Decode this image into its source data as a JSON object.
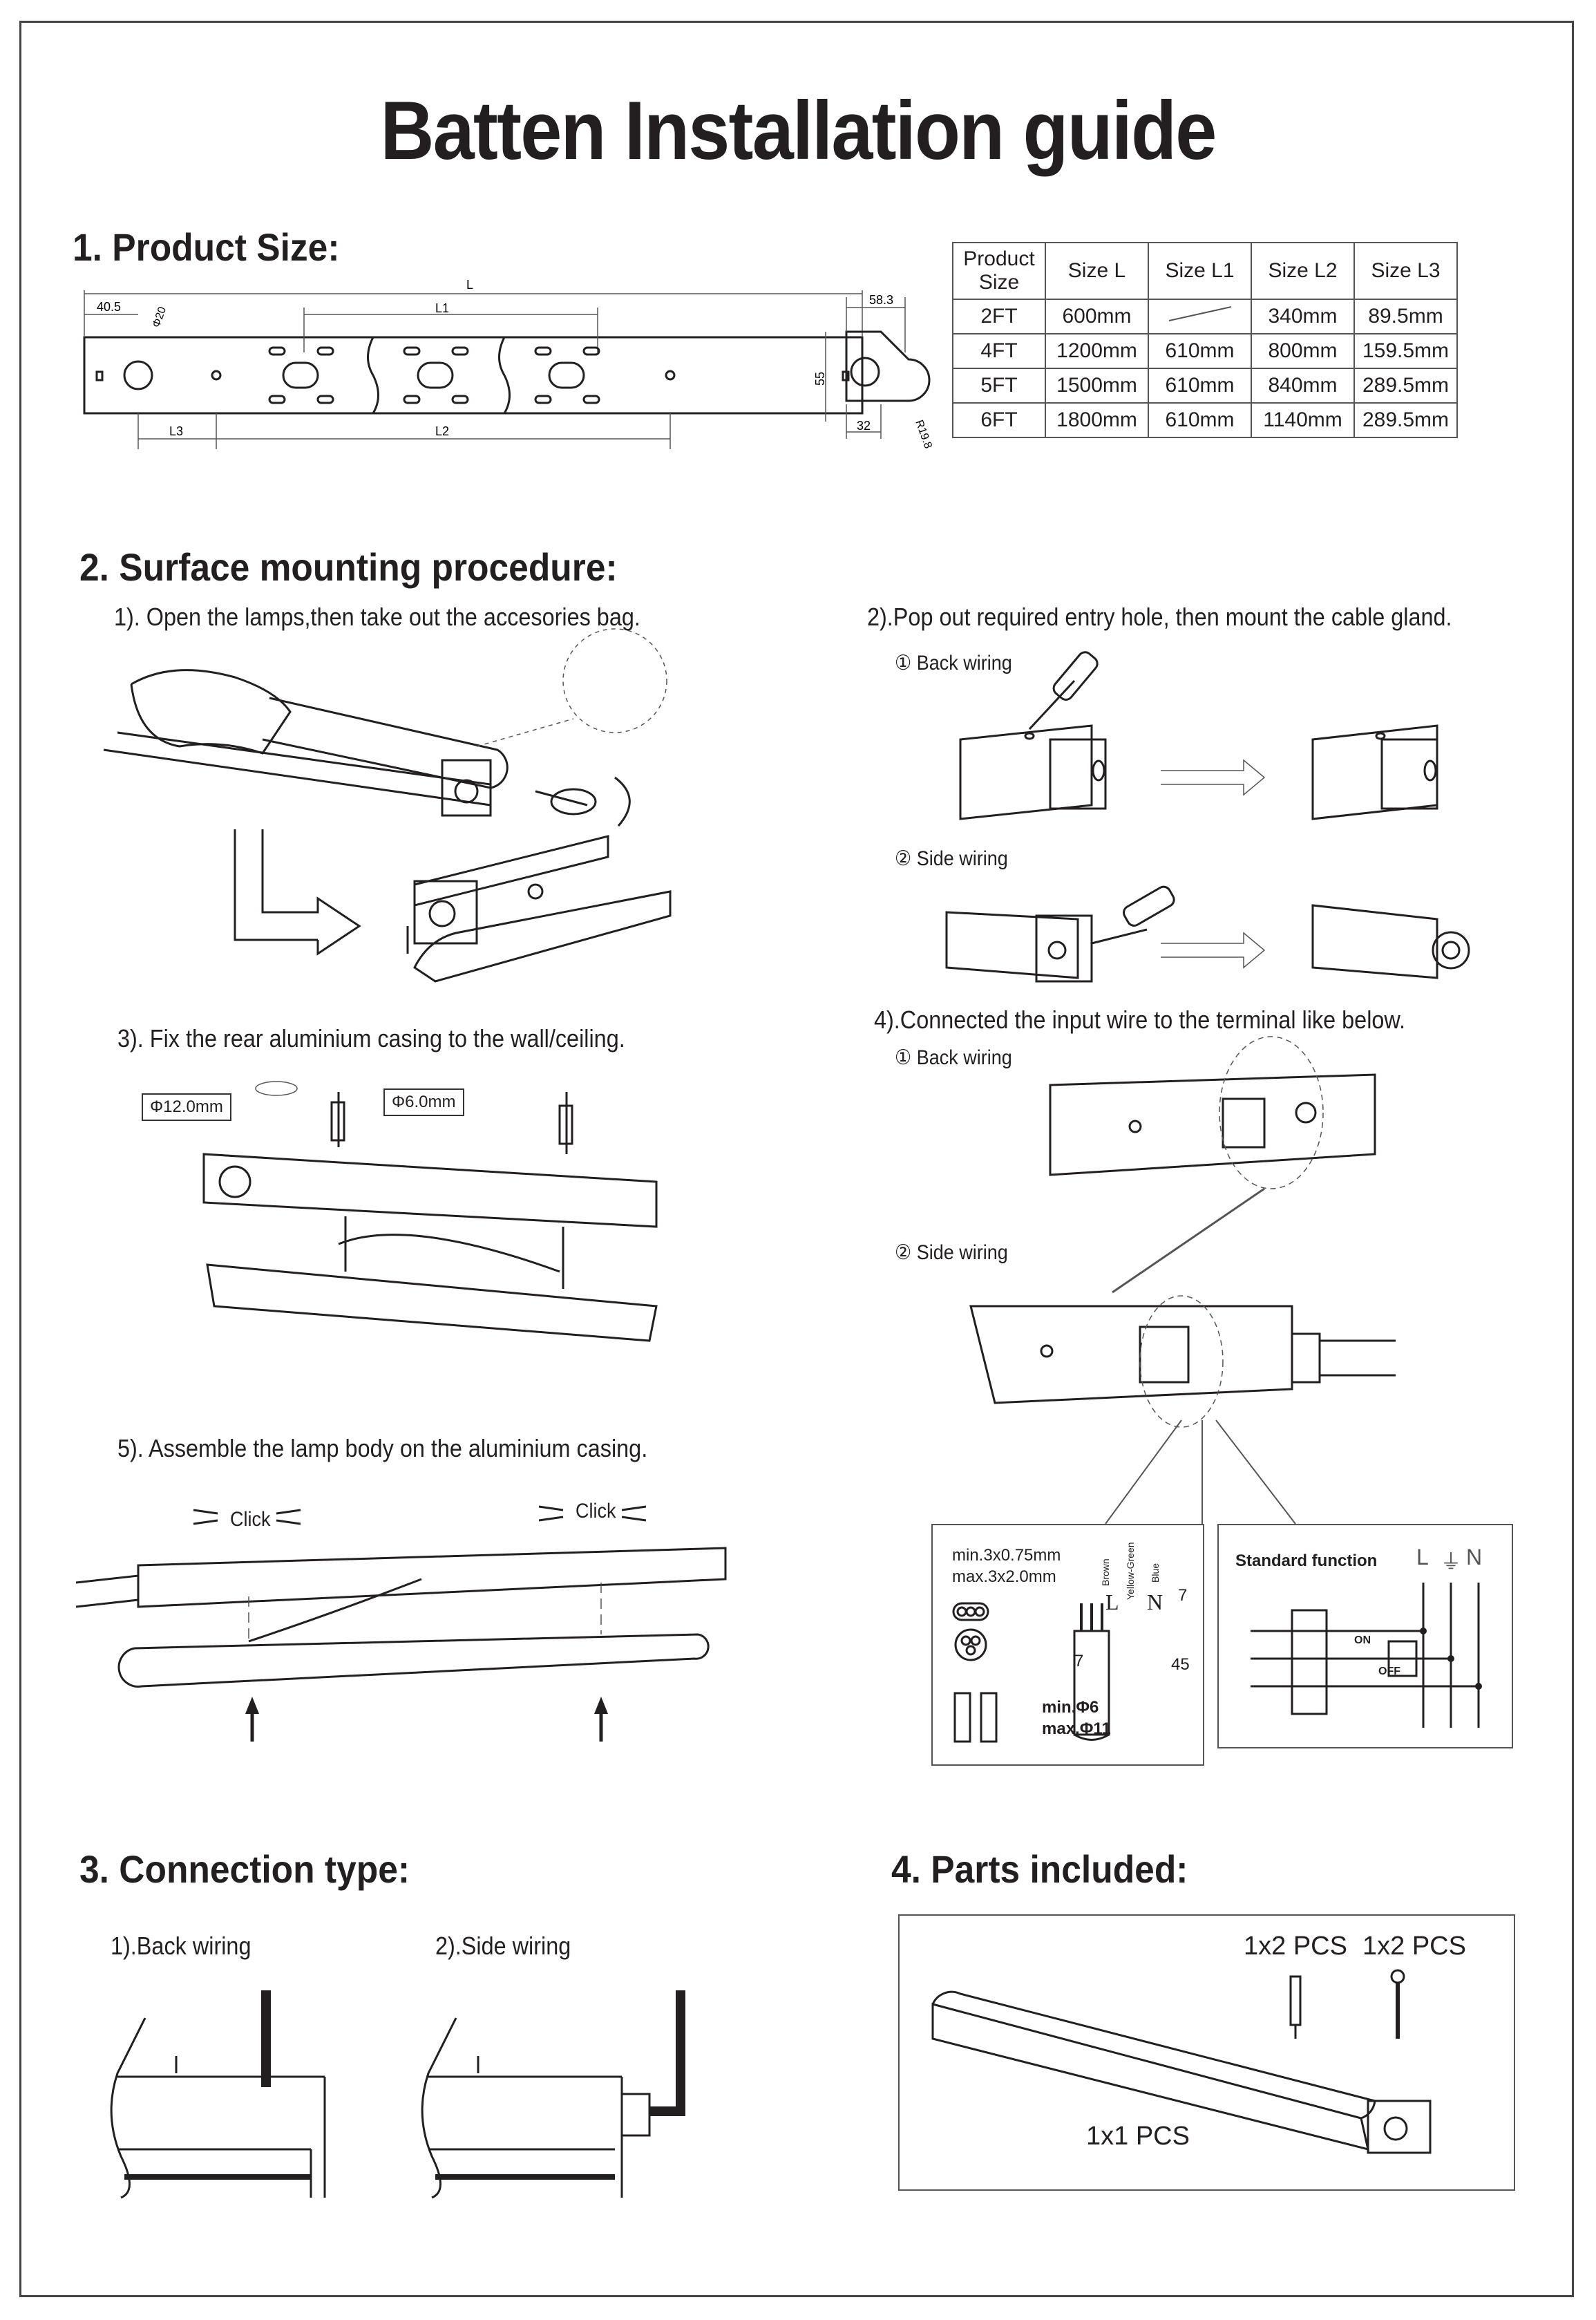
{
  "title": "Batten Installation guide",
  "sections": {
    "size": "1. Product Size:",
    "mounting": "2. Surface mounting procedure:",
    "connection": "3. Connection type:",
    "parts": "4. Parts included:"
  },
  "drawing_labels": {
    "L": "L",
    "L1": "L1",
    "L2": "L2",
    "L3": "L3",
    "d405": "40.5",
    "phi20": "Φ20",
    "d583": "58.3",
    "d55": "55",
    "d32": "32",
    "r198": "R19.8"
  },
  "size_table": {
    "headers": [
      "Product Size",
      "Size L",
      "Size L1",
      "Size L2",
      "Size L3"
    ],
    "rows": [
      [
        "2FT",
        "600mm",
        "",
        "340mm",
        "89.5mm"
      ],
      [
        "4FT",
        "1200mm",
        "610mm",
        "800mm",
        "159.5mm"
      ],
      [
        "5FT",
        "1500mm",
        "610mm",
        "840mm",
        "289.5mm"
      ],
      [
        "6FT",
        "1800mm",
        "610mm",
        "1140mm",
        "289.5mm"
      ]
    ]
  },
  "steps": {
    "s1": "1). Open the lamps,then take out the accesories bag.",
    "s2": "2).Pop out required entry hole, then mount the cable gland.",
    "s3": "3). Fix the rear aluminium casing to the wall/ceiling.",
    "s4": "4).Connected the input wire to the terminal like below.",
    "s5": "5). Assemble the lamp body on the aluminium casing."
  },
  "labels": {
    "back_wiring": "① Back wiring",
    "side_wiring": "② Side wiring",
    "phi12": "Φ12.0mm",
    "phi6": "Φ6.0mm",
    "click": "Click",
    "min_cable": "min.3x0.75mm",
    "max_cable": "max.3x2.0mm",
    "brown": "Brown",
    "yellow_green": "Yellow-Green",
    "blue": "Blue",
    "L": "L",
    "N": "N",
    "dim7": "7",
    "dim45": "45",
    "min_d": "min.Φ6",
    "max_d": "max.Φ11",
    "standard_function": "Standard function",
    "on": "ON",
    "off": "OFF"
  },
  "connection": {
    "back": "1).Back wiring",
    "side": "2).Side wiring"
  },
  "parts": {
    "a": "1x2 PCS",
    "b": "1x2 PCS",
    "c": "1x1 PCS"
  }
}
